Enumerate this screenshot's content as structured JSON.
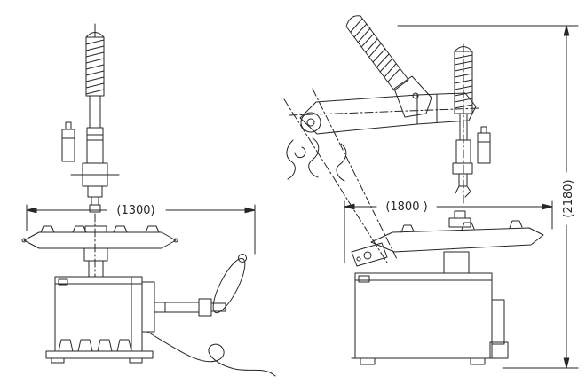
{
  "page": {
    "background": "#ffffff"
  },
  "drawing": {
    "type": "technical-line-drawing",
    "subject": "tire-changer-machine-front-and-tilted-side-views",
    "line_color": "#262626"
  },
  "dimensions": {
    "front_width": "(1300)",
    "side_width": "(1800 )",
    "overall_height": "(2180)"
  }
}
